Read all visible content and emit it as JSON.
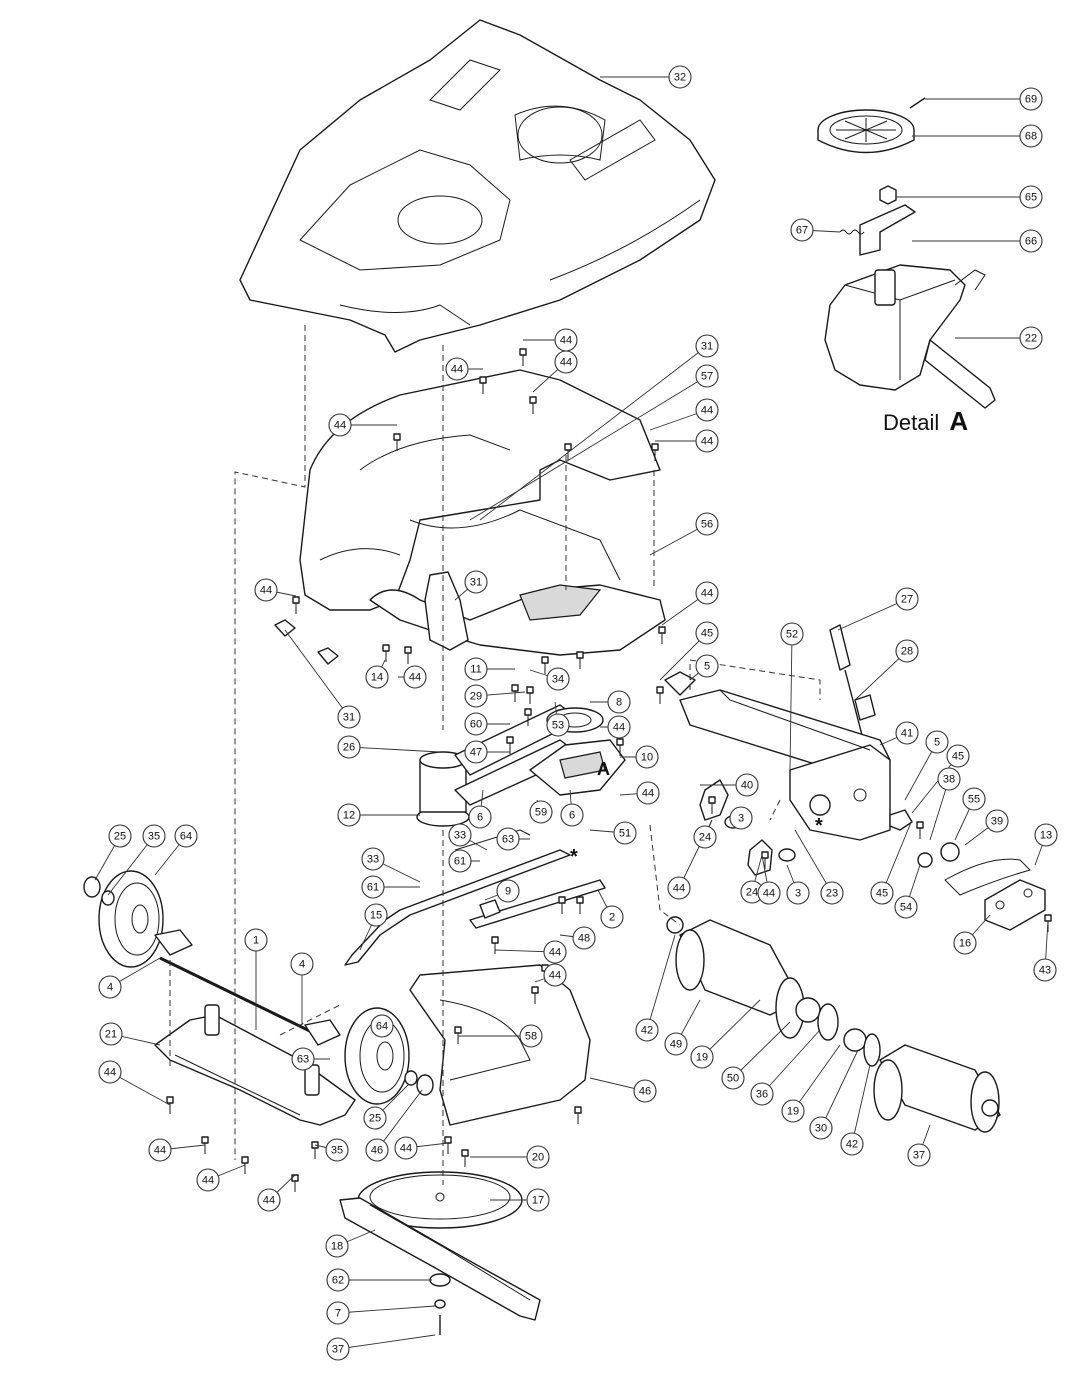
{
  "detail_label": {
    "prefix": "Detail",
    "letter": "A"
  },
  "marker_A": "A",
  "asterisk": "*",
  "callouts": [
    "32",
    "69",
    "68",
    "65",
    "67",
    "66",
    "22",
    "44",
    "44",
    "31",
    "44",
    "57",
    "44",
    "44",
    "44",
    "56",
    "31",
    "44",
    "44",
    "14",
    "44",
    "31",
    "11",
    "34",
    "29",
    "8",
    "60",
    "53",
    "44",
    "47",
    "26",
    "12",
    "6",
    "6",
    "59",
    "10",
    "40",
    "44",
    "A",
    "45",
    "5",
    "52",
    "27",
    "28",
    "41",
    "5",
    "45",
    "38",
    "55",
    "39",
    "13",
    "63",
    "33",
    "61",
    "51",
    "33",
    "61",
    "9",
    "15",
    "2",
    "48",
    "44",
    "44",
    "3",
    "24",
    "44",
    "24",
    "44",
    "3",
    "23",
    "45",
    "54",
    "16",
    "43",
    "25",
    "35",
    "64",
    "1",
    "4",
    "4",
    "21",
    "64",
    "63",
    "44",
    "44",
    "44",
    "44",
    "35",
    "25",
    "46",
    "58",
    "46",
    "44",
    "20",
    "17",
    "18",
    "62",
    "7",
    "37",
    "42",
    "49",
    "19",
    "50",
    "36",
    "19",
    "30",
    "42",
    "37"
  ]
}
